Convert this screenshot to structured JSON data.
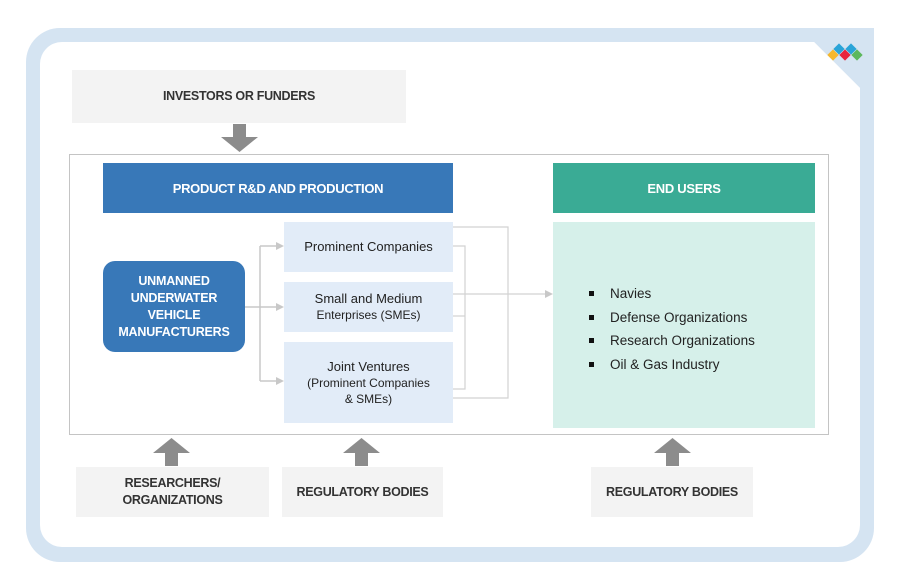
{
  "logo": {
    "icon": "brand-logo-icon",
    "colors": [
      "#f5b82e",
      "#2aa4d8",
      "#e8253e",
      "#5cb85c"
    ]
  },
  "top_input": {
    "label": "INVESTORS OR FUNDERS"
  },
  "production": {
    "header": "PRODUCT R&D AND PRODUCTION",
    "source": "UNMANNED UNDERWATER VEHICLE MANUFACTURERS",
    "source_lines": [
      "UNMANNED",
      "UNDERWATER",
      "VEHICLE",
      "MANUFACTURERS"
    ],
    "categories": [
      {
        "line1": "Prominent Companies",
        "line2": "",
        "line3": ""
      },
      {
        "line1": "Small and Medium",
        "line2": "Enterprises (SMEs)",
        "line3": ""
      },
      {
        "line1": "Joint Ventures",
        "line2": "(Prominent Companies",
        "line3": "& SMEs)"
      }
    ]
  },
  "end_users": {
    "header": "END USERS",
    "items": [
      "Navies",
      "Defense Organizations",
      "Research Organizations",
      "Oil & Gas Industry"
    ]
  },
  "bottom_inputs": [
    {
      "line1": "RESEARCHERS/",
      "line2": "ORGANIZATIONS"
    },
    {
      "line1": "REGULATORY BODIES",
      "line2": ""
    },
    {
      "line1": "REGULATORY BODIES",
      "line2": ""
    }
  ],
  "colors": {
    "frame": "#d5e4f2",
    "header_blue": "#3878b8",
    "header_green": "#3aab95",
    "sub_box": "#e2ecf8",
    "end_body": "#d6f0ea",
    "grey_box": "#f3f3f3",
    "arrow": "#8c8c8c",
    "connector": "#c8c8c8"
  }
}
